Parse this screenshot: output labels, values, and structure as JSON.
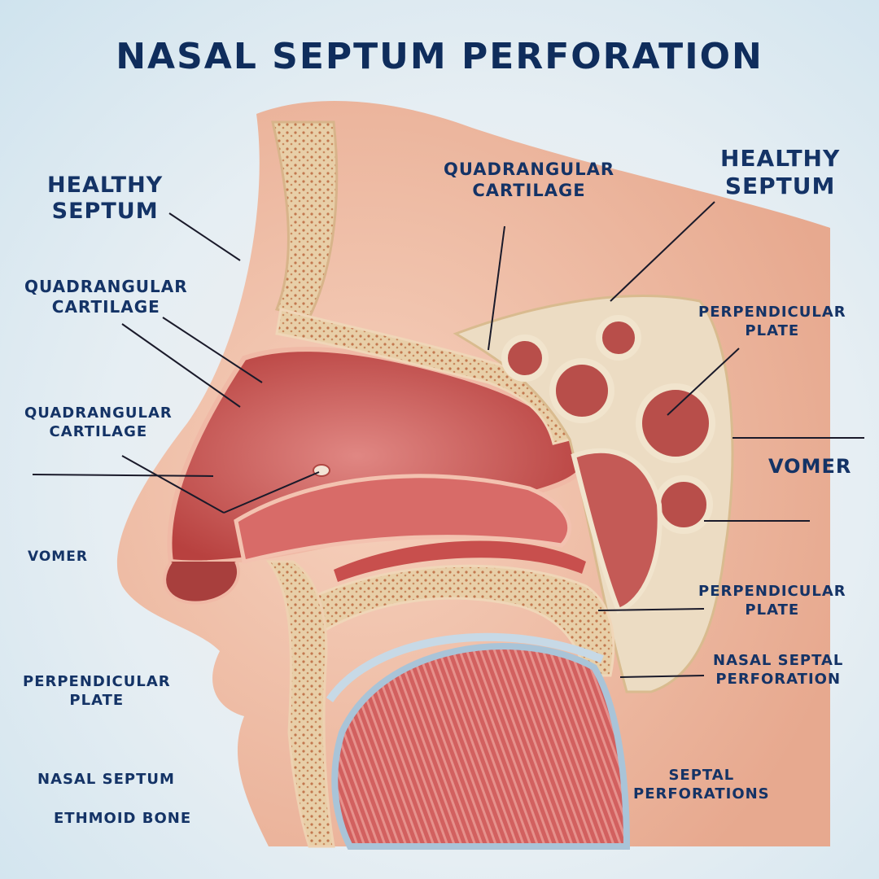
{
  "title": "NASAL SEPTUM PERFORATION",
  "colors": {
    "title": "#0f2d5c",
    "label": "#143366",
    "skin": "#f2c2ab",
    "bone": "#ead9be",
    "mucosa": "#d9706e",
    "cavity": "#c9504f",
    "background": "#dde9f0"
  },
  "labels": {
    "healthy_septum_left": {
      "line1": "HEALTHY",
      "line2": "SEPTUM"
    },
    "quadrangular_top": {
      "line1": "QUADRANGULAR",
      "line2": "CARTILAGE"
    },
    "healthy_septum_right": {
      "line1": "HEALTHY",
      "line2": "SEPTUM"
    },
    "quadrangular_left_1": {
      "line1": "QUADRANGULAR",
      "line2": "CARTILAGE"
    },
    "perpendicular_right_1": {
      "line1": "PERPENDICULAR",
      "line2": "PLATE"
    },
    "quadrangular_left_2": {
      "line1": "QUADRANGULAR",
      "line2": "CARTILAGE"
    },
    "vomer_right": {
      "line1": "VOMER"
    },
    "vomer_left": {
      "line1": "VOMER"
    },
    "perpendicular_right_2": {
      "line1": "PERPENDICULAR",
      "line2": "PLATE"
    },
    "nasal_septal_perf": {
      "line1": "NASAL SEPTAL",
      "line2": "PERFORATION"
    },
    "perpendicular_left": {
      "line1": "PERPENDICULAR",
      "line2": "PLATE"
    },
    "nasal_septum": {
      "line1": "NASAL SEPTUM"
    },
    "septal_perforations": {
      "line1": "SEPTAL",
      "line2": "PERFORATIONS"
    },
    "ethmoid_bone": {
      "line1": "ETHMOID BONE"
    }
  }
}
